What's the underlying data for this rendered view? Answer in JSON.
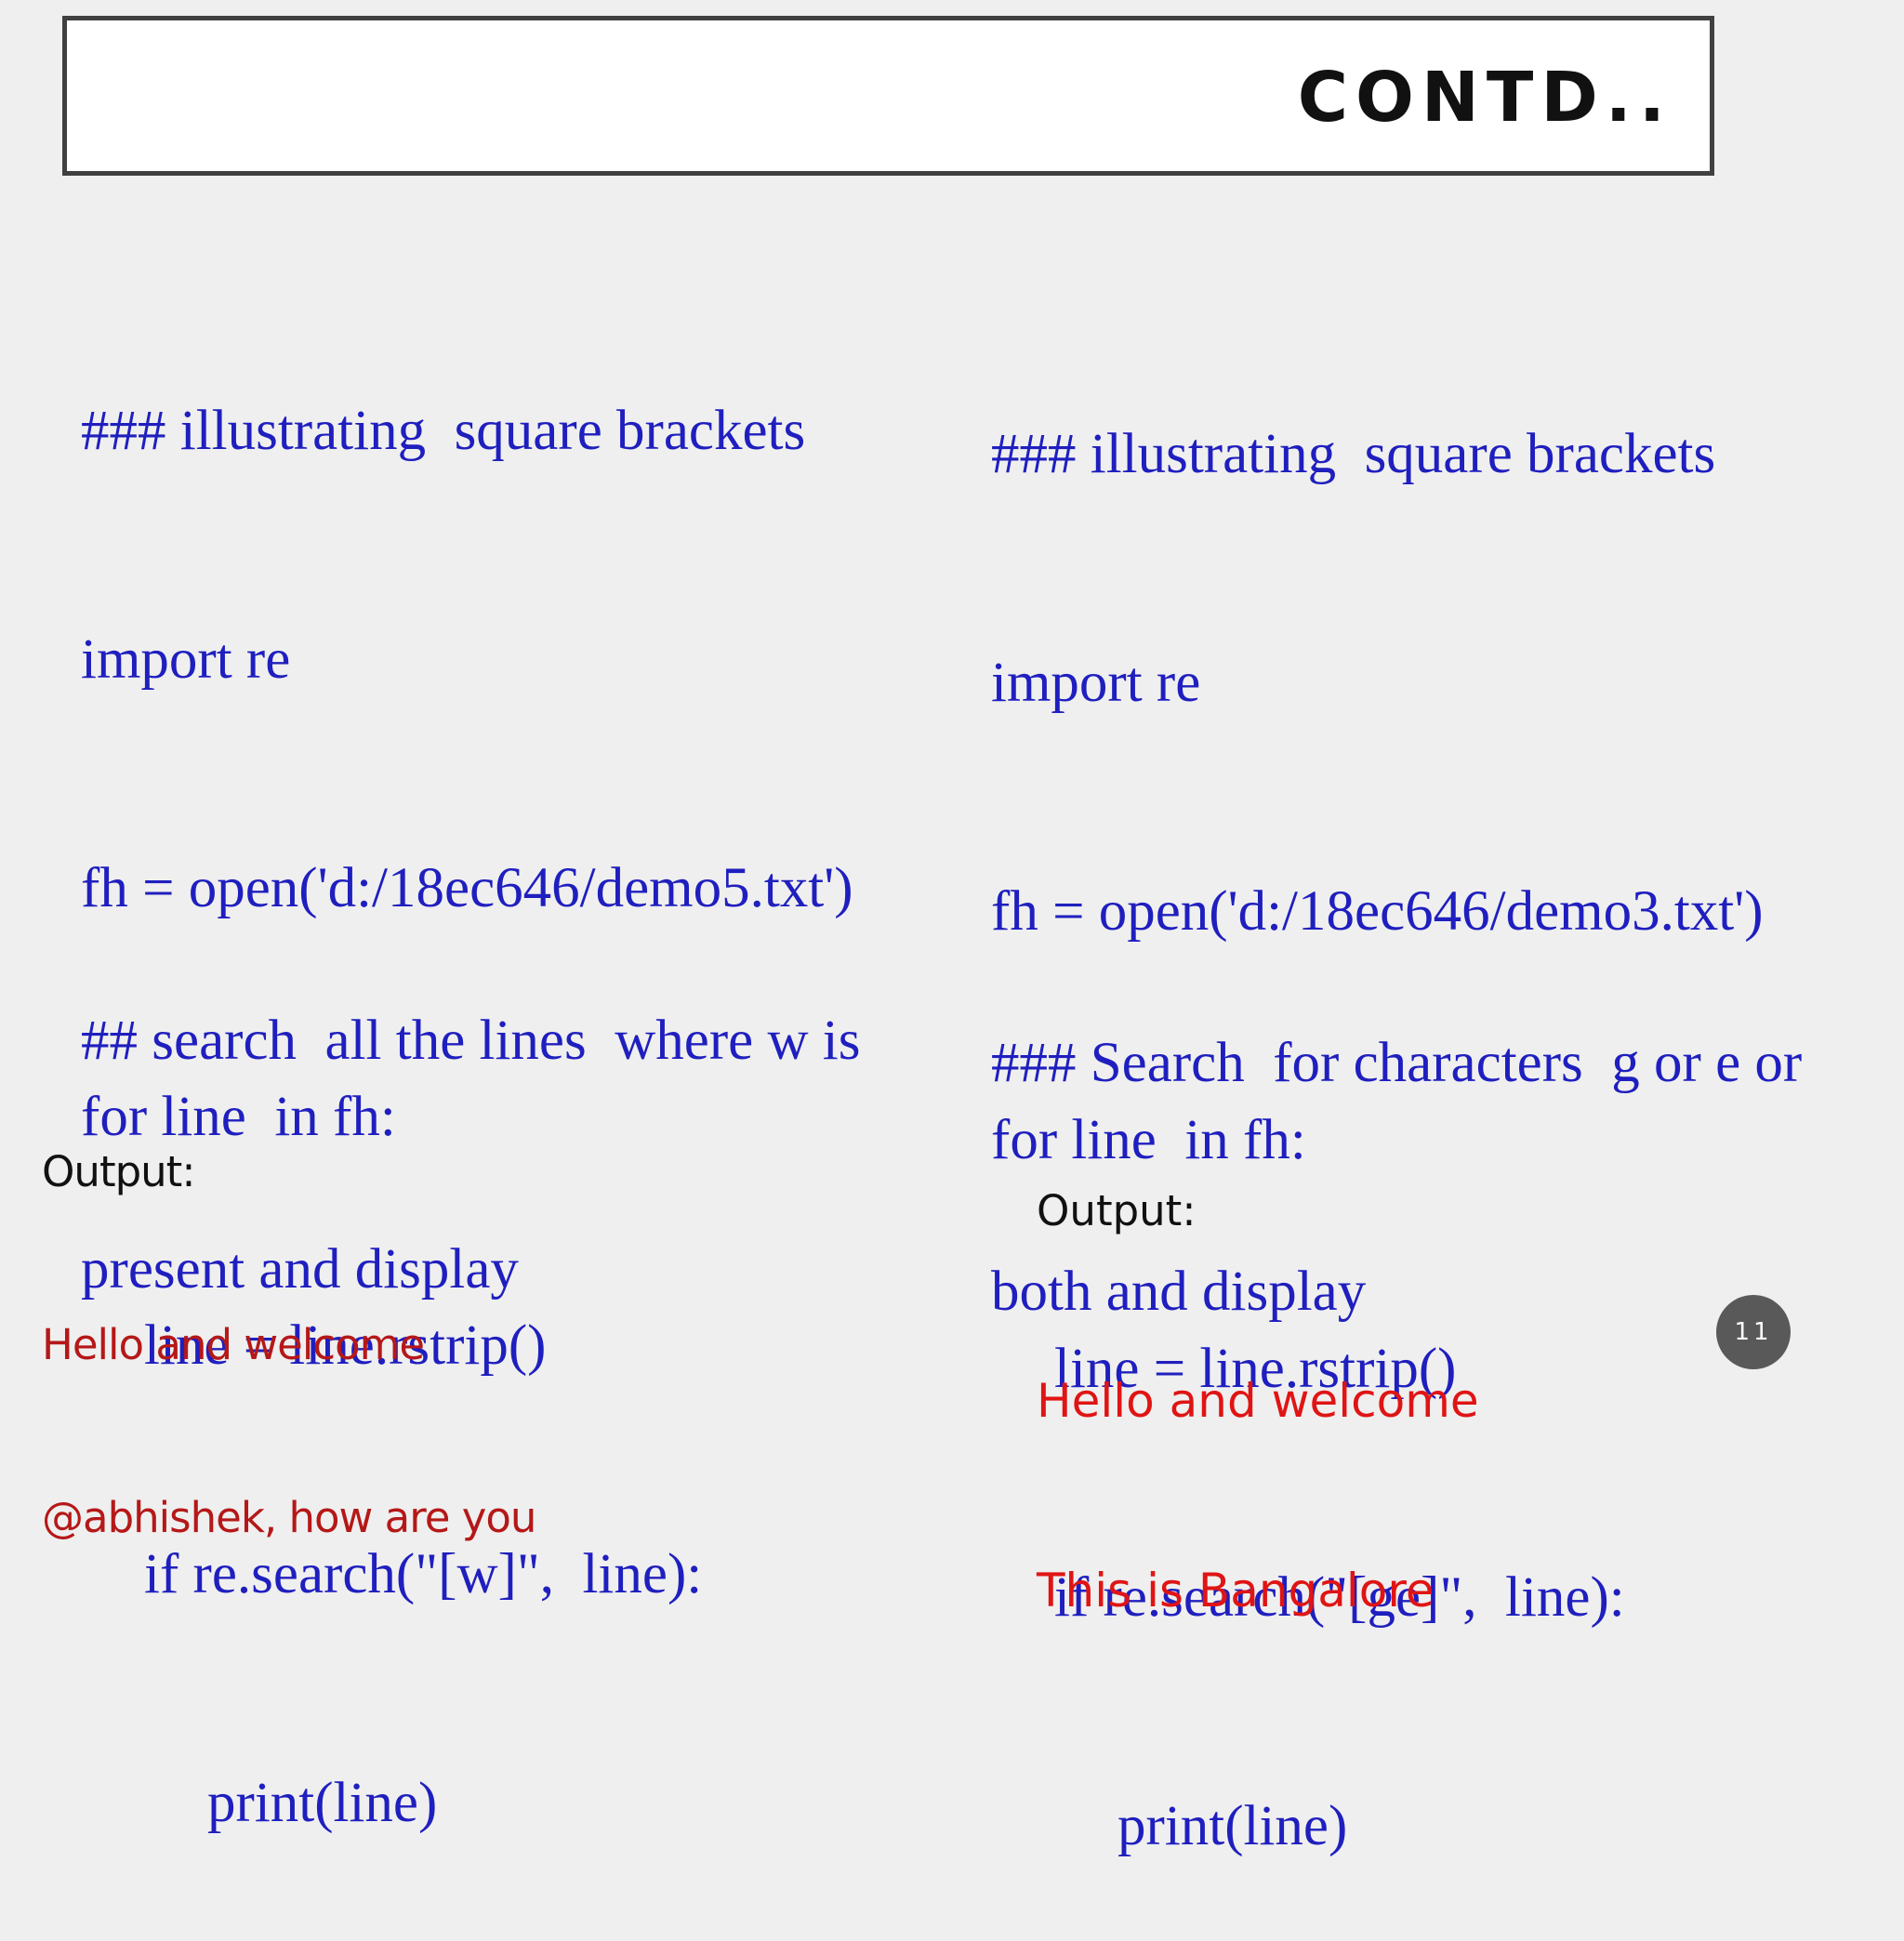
{
  "slide": {
    "title": "CONTD..",
    "page_number": "11"
  },
  "left": {
    "code": [
      "### illustrating  square brackets",
      "import re",
      "fh = open('d:/18ec646/demo5.txt')",
      "for line  in fh:",
      "line = line.rstrip()",
      "if re.search(\"[w]\",  line):",
      "print(line)"
    ],
    "comment": [
      "## search  all the lines  where w is",
      "present and display"
    ],
    "output": {
      "label": "Output:",
      "lines": [
        "Hello and welcome",
        "@abhishek, how are you"
      ]
    }
  },
  "right": {
    "code": [
      "### illustrating  square brackets",
      "import re",
      "fh = open('d:/18ec646/demo3.txt')",
      "for line  in fh:",
      "line = line.rstrip()",
      "if re.search(\"[ge]\",  line):",
      "print(line)"
    ],
    "comment": [
      "### Search  for characters  g or e or",
      "both and display"
    ],
    "output": {
      "label": "Output:",
      "lines": [
        "Hello and welcome",
        "This is Bangalore"
      ]
    }
  },
  "colors": {
    "code": "#1f1fbf",
    "left_output": "#b51818",
    "right_output": "#e01414",
    "title_border": "#404040",
    "page_badge": "#595959"
  }
}
